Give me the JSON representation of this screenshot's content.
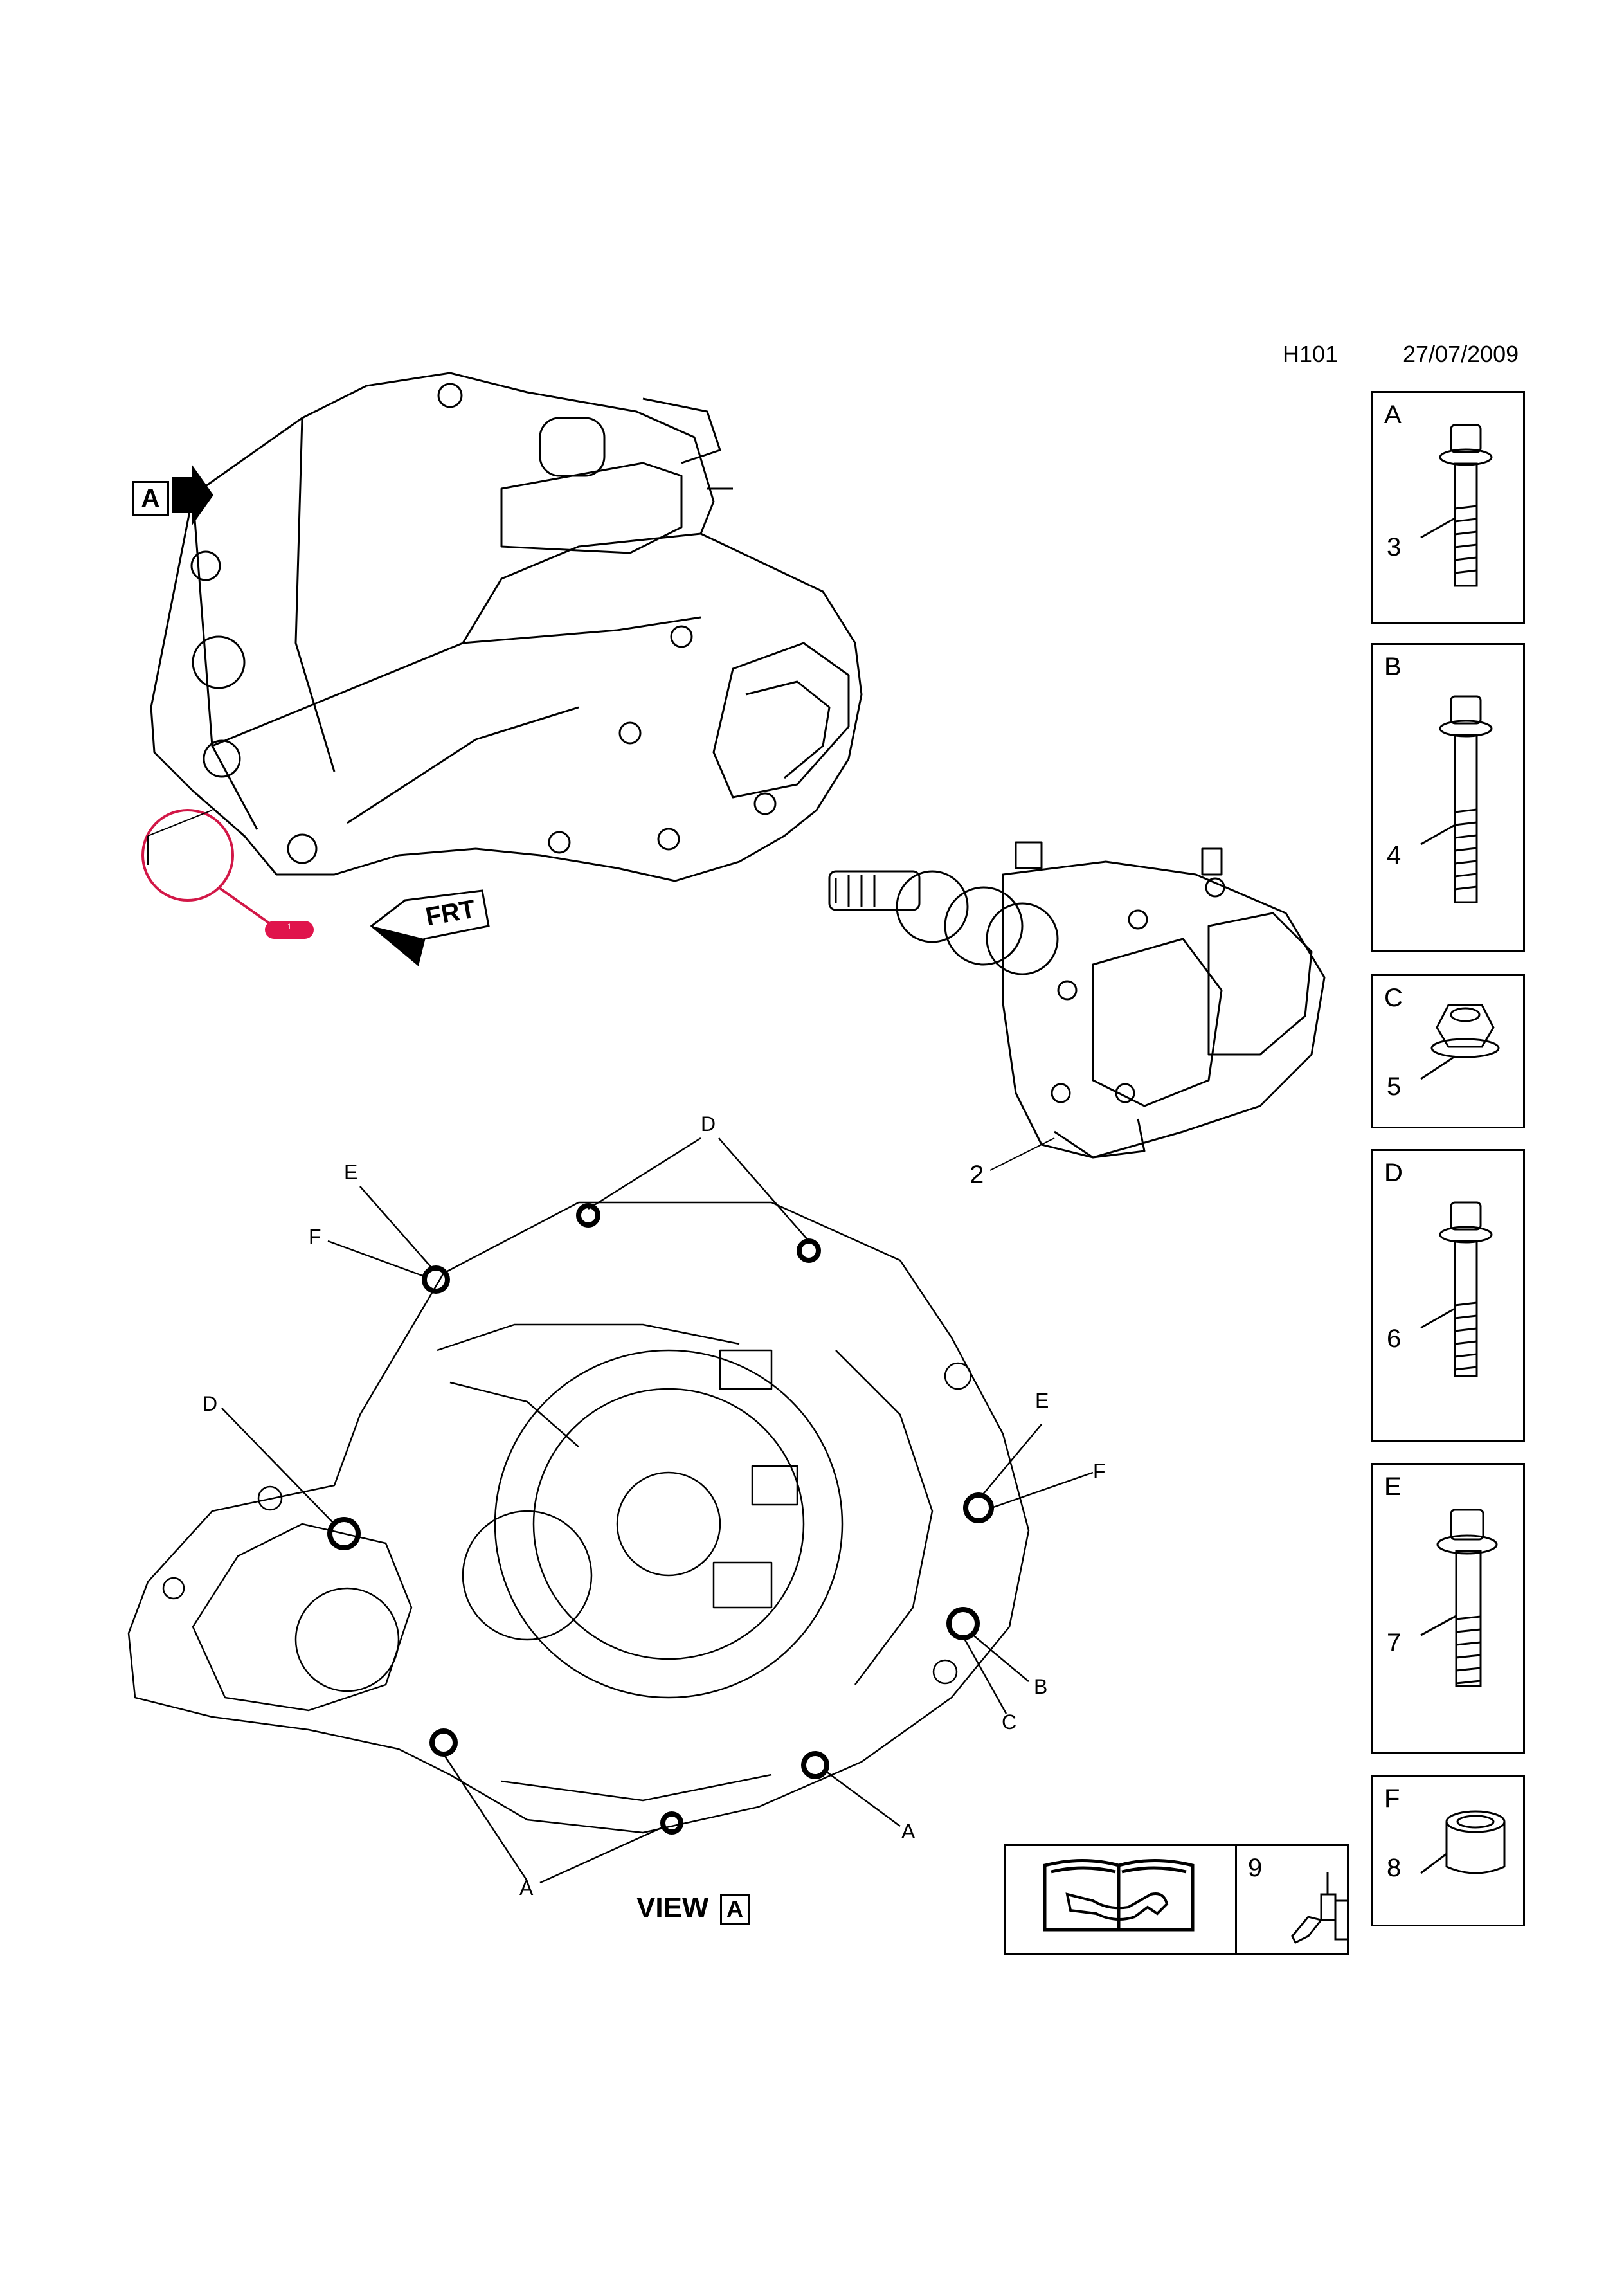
{
  "header": {
    "code": "H101",
    "date": "27/07/2009"
  },
  "main_view": {
    "view_marker": "A",
    "callout_main": "1",
    "callout_detail_num": "2",
    "front_label": "FRT",
    "highlight_color": "#e0144c"
  },
  "view_a": {
    "title": "VIEW",
    "marker": "A",
    "labels": {
      "d_top": "D",
      "e_top": "E",
      "f_top": "F",
      "d_left": "D",
      "e_right": "E",
      "f_right": "F",
      "b_right": "B",
      "c_right": "C",
      "a_bottom_right": "A",
      "a_bottom_left": "A"
    }
  },
  "legend": [
    {
      "letter": "A",
      "number": "3",
      "part": "bolt"
    },
    {
      "letter": "B",
      "number": "4",
      "part": "long-bolt"
    },
    {
      "letter": "C",
      "number": "5",
      "part": "nut"
    },
    {
      "letter": "D",
      "number": "6",
      "part": "bolt"
    },
    {
      "letter": "E",
      "number": "7",
      "part": "bolt"
    },
    {
      "letter": "F",
      "number": "8",
      "part": "sleeve"
    }
  ],
  "footer_panel": {
    "item_number": "9"
  }
}
